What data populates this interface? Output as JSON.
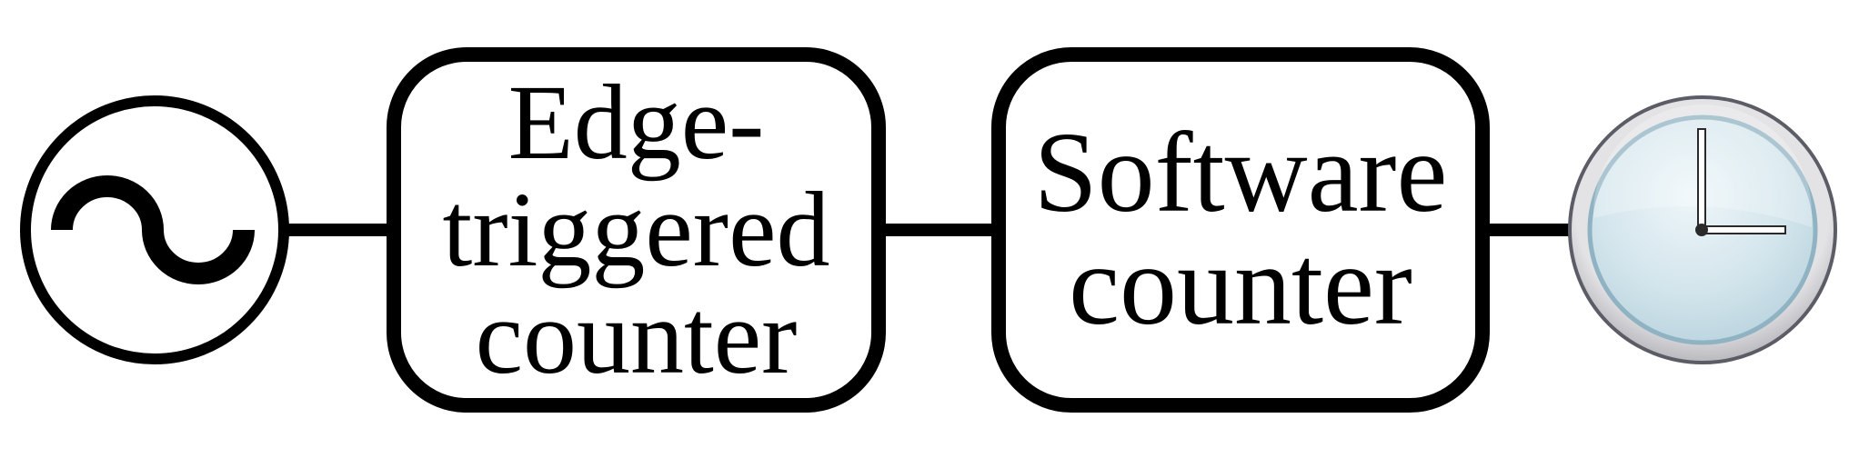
{
  "diagram": {
    "nodes": [
      {
        "id": "signal-source",
        "kind": "ac-source-symbol",
        "icon": "sine-wave-icon"
      },
      {
        "id": "edge-counter",
        "kind": "block",
        "lines": [
          "Edge-",
          "triggered",
          "counter"
        ]
      },
      {
        "id": "software-counter",
        "kind": "block",
        "lines": [
          "Software",
          "counter"
        ]
      },
      {
        "id": "clock",
        "kind": "clock-icon",
        "icon": "clock-icon"
      }
    ],
    "edges": [
      {
        "from": "signal-source",
        "to": "edge-counter"
      },
      {
        "from": "edge-counter",
        "to": "software-counter"
      },
      {
        "from": "software-counter",
        "to": "clock"
      }
    ],
    "colors": {
      "stroke": "#000000",
      "background": "#ffffff",
      "clock_face": "#d4e6ee",
      "clock_rim": "#c8c8cc",
      "clock_inner_ring": "#8fb3c2"
    }
  }
}
